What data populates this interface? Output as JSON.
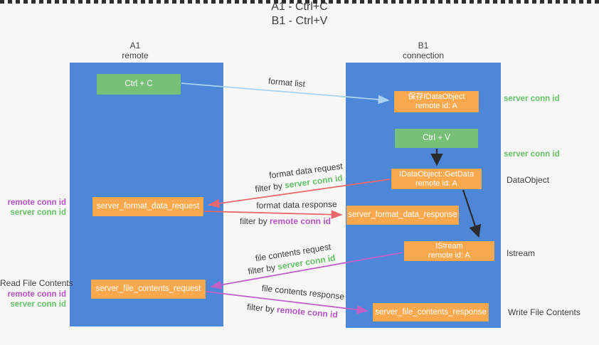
{
  "title": {
    "line1": "A1 - Ctrl+C",
    "line2": "B1 - Ctrl+V"
  },
  "lanes": {
    "left": {
      "name": "A1",
      "subtitle": "remote"
    },
    "right": {
      "name": "B1",
      "subtitle": "connection"
    }
  },
  "nodes": {
    "ctrl_c": "Ctrl + C",
    "save_dataobject": {
      "line1": "保存IDataObject",
      "line2": "remote id: A"
    },
    "ctrl_v": "Ctrl + V",
    "getdata": {
      "line1": "IDataObject::GetData",
      "line2": "remote id: A"
    },
    "istream": {
      "line1": "IStream",
      "line2": "remote id: A"
    },
    "format_request": "server_format_data_request",
    "format_response": "server_format_data_response",
    "file_request": "server_file_contents_request",
    "file_response": "server_file_contents_response"
  },
  "labels": {
    "format_list": "format list",
    "format_data_request": "format data request",
    "format_data_response": "format data response",
    "file_contents_request": "file contents request",
    "file_contents_response": "file contents response",
    "filter_by": "filter by ",
    "server_conn_id": "server conn id",
    "remote_conn_id": "remote conn id"
  },
  "annotations": {
    "right_server_conn_id_top": "server conn id",
    "right_server_conn_id_mid": "server conn id",
    "dataobject": "DataObject",
    "istream": "Istream",
    "write_file_contents": "Write File Contents",
    "read_file_contents": "Read File Contents",
    "left_remote_conn_id_1": "remote conn id",
    "left_server_conn_id_1": "server conn id",
    "left_remote_conn_id_2": "remote conn id",
    "left_server_conn_id_2": "server conn id"
  },
  "colors": {
    "lane_blue": "#4e86d8",
    "node_green": "#77c077",
    "node_orange": "#f9a84d",
    "arrow_red": "#e8686d",
    "arrow_purple": "#c05fc8",
    "arrow_lightblue": "#a9d3ef",
    "arrow_black": "#2b2b2b",
    "text_green": "#67bf68",
    "text_purple": "#b454c4"
  }
}
